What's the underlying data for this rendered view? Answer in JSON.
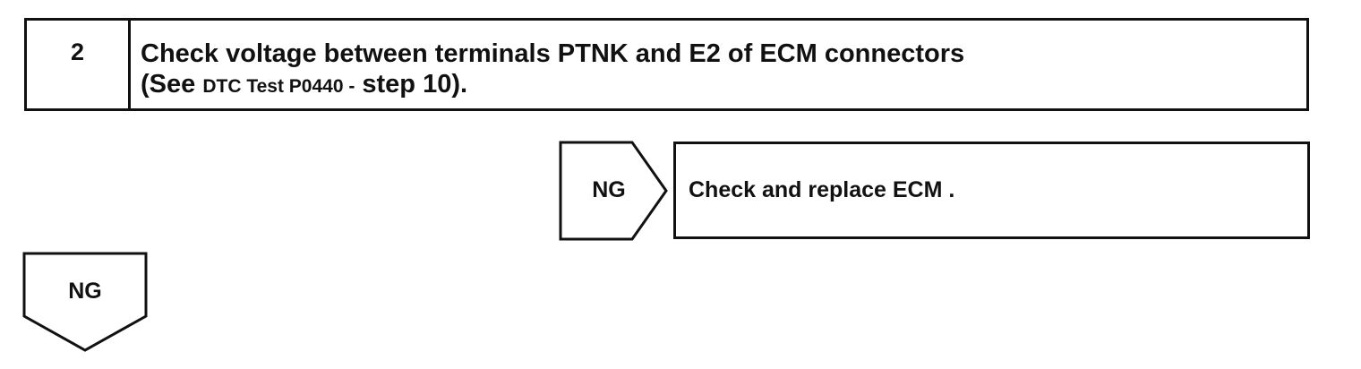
{
  "step": {
    "number": "2",
    "line1": "Check voltage between terminals PTNK and E2 of ECM connectors",
    "line2_prefix": "(See",
    "line2_small": "DTC Test P0440 -",
    "line2_suffix": "step 10)."
  },
  "ng_right": {
    "label": "NG",
    "action": "Check and replace ECM ."
  },
  "ng_down": {
    "label": "NG"
  }
}
